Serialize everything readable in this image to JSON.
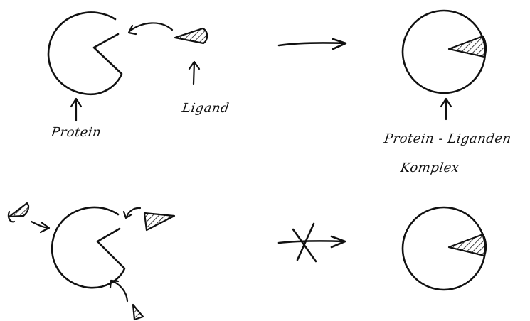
{
  "labels": {
    "protein": "Protein",
    "ligand": "Ligand",
    "complex_line1": "Protein - Liganden",
    "complex_line2": "Komplex"
  }
}
